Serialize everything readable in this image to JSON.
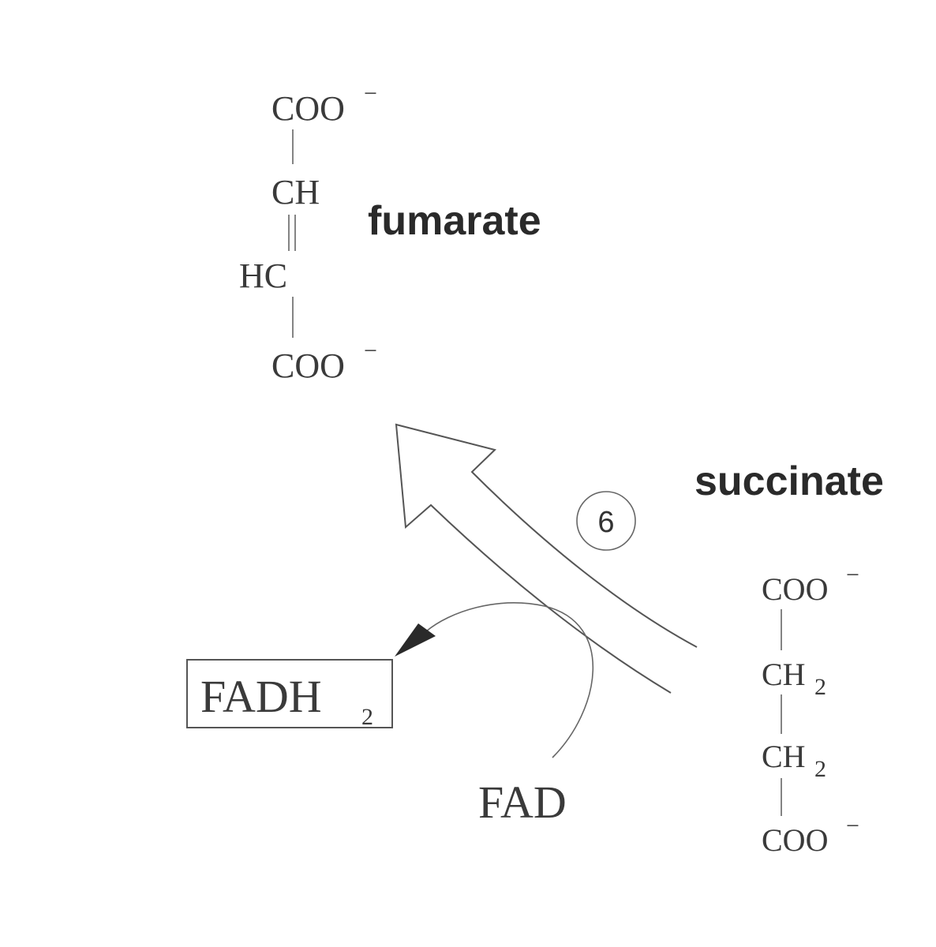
{
  "fumarate": {
    "name": "fumarate",
    "top_group": "COO",
    "top_charge": "−",
    "ch1": "CH",
    "ch2": "HC",
    "bottom_group": "COO",
    "bottom_charge": "−"
  },
  "succinate": {
    "name": "succinate",
    "top_group": "COO",
    "top_charge": "−",
    "ch2_a": "CH",
    "ch2_a_sub": "2",
    "ch2_b": "CH",
    "ch2_b_sub": "2",
    "bottom_group": "COO",
    "bottom_charge": "−"
  },
  "step": {
    "number": "6"
  },
  "cofactor": {
    "oxidized": "FAD",
    "reduced_main": "FADH",
    "reduced_sub": "2"
  },
  "colors": {
    "line": "#555555",
    "text": "#3a3a3a",
    "arrowhead": "#2a2a2a"
  }
}
